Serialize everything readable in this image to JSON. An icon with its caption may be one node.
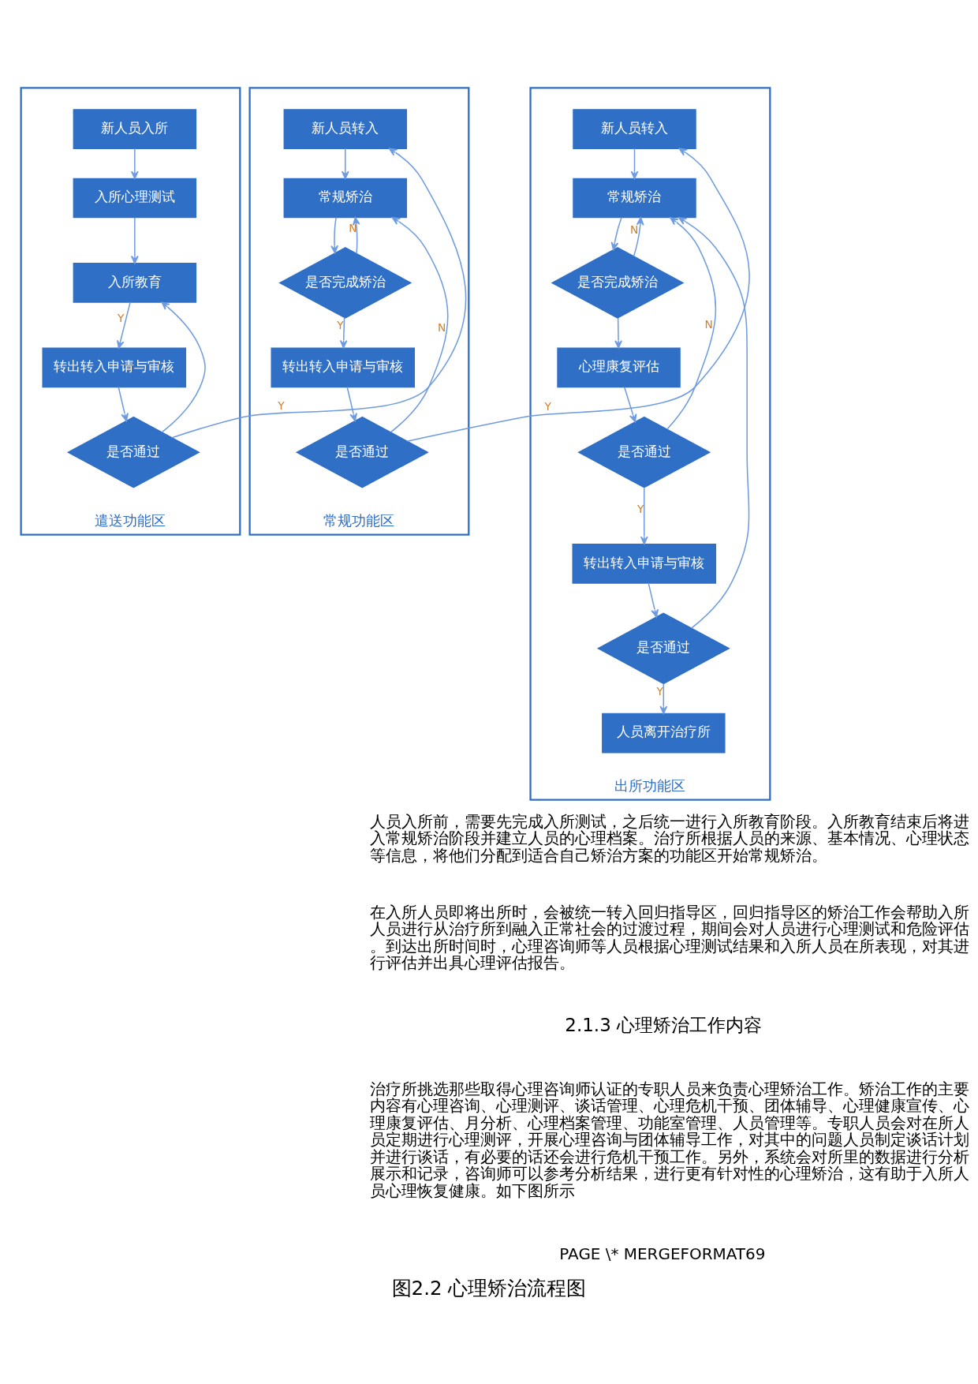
{
  "diagram": {
    "caption": "图2.2 心理矫治流程图",
    "nodes": [
      {
        "text": [
          "遣送功能区"
        ]
      },
      {
        "text": [
          "新人员入所"
        ],
        "in": 0
      },
      {
        "text": [
          "入所心理测试"
        ],
        "in": 0
      },
      {
        "text": [
          "入所教育"
        ],
        "in": 0
      },
      {
        "text": [
          "转出转入申请与审核"
        ],
        "in": 0
      },
      {
        "text": [
          "是否通过"
        ],
        "in": 0
      },
      {
        "text": [
          "常规功能区"
        ]
      },
      {
        "text": [
          "新人员转入"
        ],
        "in": 6
      },
      {
        "text": [
          "常规矫治"
        ],
        "in": 6
      },
      {
        "text": [
          "是否完成矫治"
        ],
        "in": 6
      },
      {
        "text": [
          "转出转入申请与审核"
        ],
        "in": 6
      },
      {
        "text": [
          "是否通过"
        ],
        "in": 6
      },
      {
        "text": [
          "出所功能区"
        ]
      },
      {
        "text": [
          "新人员转入"
        ],
        "in": 12
      },
      {
        "text": [
          "常规矫治"
        ],
        "in": 12
      },
      {
        "text": [
          "是否完成矫治"
        ],
        "in": 12
      },
      {
        "text": [
          "心理康复评估"
        ],
        "in": 12
      },
      {
        "text": [
          "是否通过"
        ],
        "in": 12
      },
      {
        "text": [
          "转出转入申请与审核"
        ],
        "in": 12
      },
      {
        "text": [
          "是否通过"
        ],
        "in": 12
      },
      {
        "text": [
          "人员离开治疗所"
        ],
        "in": 12
      }
    ],
    "edges": [
      {
        "from": 1,
        "to": 2,
        "arrow": "to"
      },
      {
        "from": 2,
        "to": 3,
        "arrow": "to"
      },
      {
        "from": 3,
        "to": 4,
        "arrow": "to",
        "label": "Y"
      },
      {
        "from": 4,
        "to": 5,
        "arrow": "to"
      },
      {
        "from": 5,
        "to": 3,
        "arrow": "to"
      },
      {
        "from": 5,
        "to": 7,
        "arrow": "to",
        "label": "Y"
      },
      {
        "from": 7,
        "to": 8,
        "arrow": "to"
      },
      {
        "from": 8,
        "to": 9,
        "arrow": "to"
      },
      {
        "from": 9,
        "to": 8,
        "arrow": "to",
        "label": "N"
      },
      {
        "from": 9,
        "to": 10,
        "arrow": "to",
        "label": "Y"
      },
      {
        "from": 10,
        "to": 11,
        "arrow": "to"
      },
      {
        "from": 11,
        "to": 8,
        "arrow": "to",
        "label": "N"
      },
      {
        "from": 11,
        "to": 13,
        "arrow": "to",
        "label": "Y"
      },
      {
        "from": 13,
        "to": 14,
        "arrow": "to"
      },
      {
        "from": 14,
        "to": 15,
        "arrow": "to"
      },
      {
        "from": 15,
        "to": 14,
        "arrow": "to",
        "label": "N"
      },
      {
        "from": 15,
        "to": 16,
        "arrow": "to"
      },
      {
        "from": 16,
        "to": 17,
        "arrow": "to"
      },
      {
        "from": 17,
        "to": 14,
        "arrow": "to",
        "label": "N"
      },
      {
        "from": 17,
        "to": 18,
        "arrow": "to",
        "label": "Y"
      },
      {
        "from": 18,
        "to": 19,
        "arrow": "to"
      },
      {
        "from": 19,
        "to": 14,
        "arrow": "to"
      },
      {
        "from": 19,
        "to": 20,
        "arrow": "to",
        "label": "Y"
      }
    ],
    "labels": [
      "人员入所前，需要先完成入所测试，之后统一进行入所教育阶段。入所教育结束后将进入常规矫治阶段并建立人员的心理档案。治疗所根据人员的来源、基本情况、心理状态等信息，将他们分配到适合自己矫治方案的功能区开始常规矫治。",
      "在入所人员即将出所时，会被统一转入回归指导区，回归指导区的矫治工作会帮助入所人员进行从治疗所到融入正常社会的过渡过程，期间会对人员进行心理测试和危险评估。到达出所时间时，心理咨询师等人员根据心理测试结果和入所人员在所表现，对其进行评估并出具心理评估报告。",
      "2.1.3 心理矫治工作内容",
      "治疗所挑选那些取得心理咨询师认证的专职人员来负责心理矫治工作。矫治工作的主要内容有心理咨询、心理测评、谈话管理、心理危机干预、团体辅导、心理健康宣传、心理康复评估、月分析、心理档案管理、功能室管理、人员管理等。专职人员会对在所人员定期进行心理测评，开展心理咨询与团体辅导工作，对其中的问题人员制定谈话计划并进行谈话，有必要的话还会进行危机干预工作。另外，系统会对所里的数据进行分析展示和记录，咨询师可以参考分析结果，进行更有针对性的心理矫治，这有助于入所人员心理恢复健康。如下图所示",
      "PAGE \\* MERGEFORMAT69"
    ]
  }
}
